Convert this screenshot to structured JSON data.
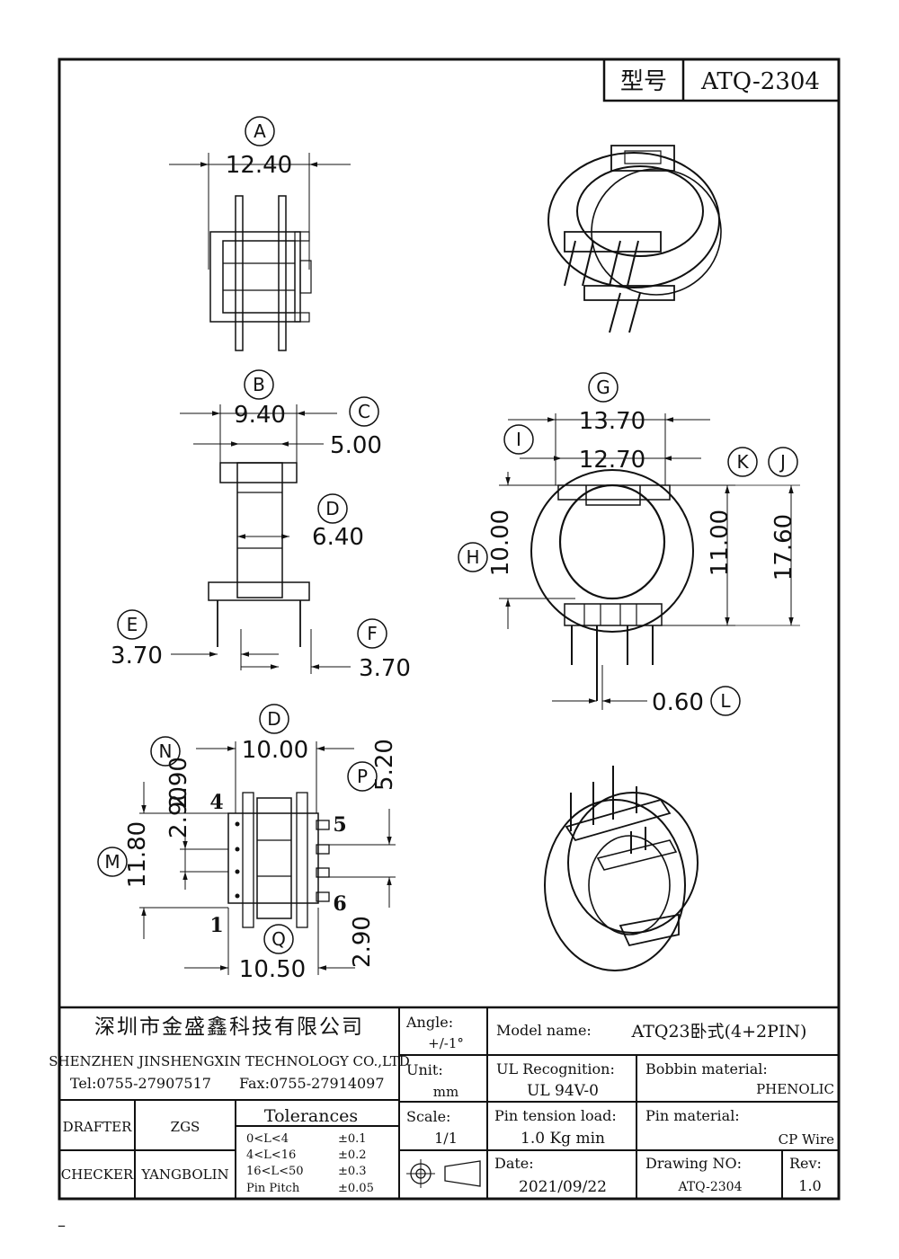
{
  "model_box": {
    "label": "型号",
    "value": "ATQ-2304"
  },
  "views": {
    "top": {
      "dims": [
        {
          "tag": "A",
          "value": "12.40"
        }
      ]
    },
    "front": {
      "dims": [
        {
          "tag": "B",
          "value": "9.40"
        },
        {
          "tag": "C",
          "value": "5.00"
        },
        {
          "tag": "D",
          "value": "6.40"
        },
        {
          "tag": "E",
          "value": "3.70"
        },
        {
          "tag": "F",
          "value": "3.70"
        }
      ]
    },
    "side": {
      "dims": [
        {
          "tag": "G",
          "value": "13.70"
        },
        {
          "tag": "I",
          "value": "12.70"
        },
        {
          "tag": "K",
          "value": ""
        },
        {
          "tag": "J",
          "value": ""
        },
        {
          "tag": "H",
          "value": "10.00"
        },
        {
          "tag": "",
          "value": "11.00"
        },
        {
          "tag": "",
          "value": "17.60"
        },
        {
          "tag": "L",
          "value": "0.60"
        }
      ]
    },
    "bottom": {
      "dims": [
        {
          "tag": "D",
          "value": "10.00"
        },
        {
          "tag": "N",
          "value": ""
        },
        {
          "tag": "P",
          "value": "5.20"
        },
        {
          "tag": "M",
          "value": "11.80"
        },
        {
          "tag": "",
          "value": "2.90"
        },
        {
          "tag": "",
          "value": "2.90"
        },
        {
          "tag": "",
          "value": "2.90"
        },
        {
          "tag": "Q",
          "value": "10.50"
        }
      ],
      "pin_labels": [
        "4",
        "5",
        "1",
        "6"
      ]
    }
  },
  "title_block": {
    "company_cn": "深圳市金盛鑫科技有限公司",
    "company_en": "SHENZHEN JINSHENGXIN TECHNOLOGY CO.,LTD",
    "tel": "Tel:0755-27907517",
    "fax": "Fax:0755-27914097",
    "drafter_label": "DRAFTER",
    "drafter": "ZGS",
    "checker_label": "CHECKER",
    "checker": "YANGBOLIN",
    "tolerances_title": "Tolerances",
    "tolerances": [
      {
        "range": "0<L<4",
        "value": "±0.1"
      },
      {
        "range": "4<L<16",
        "value": "±0.2"
      },
      {
        "range": "16<L<50",
        "value": "±0.3"
      },
      {
        "range": "Pin Pitch",
        "value": "±0.05"
      }
    ],
    "angle_label": "Angle:",
    "angle_value": "+/-1°",
    "unit_label": "Unit:",
    "unit_value": "mm",
    "scale_label": "Scale:",
    "scale_value": "1/1",
    "model_name_label": "Model name:",
    "model_name": "ATQ23卧式(4+2PIN)",
    "ul_label": "UL Recognition:",
    "ul_value": "UL 94V-0",
    "bobbin_label": "Bobbin material:",
    "bobbin_value": "PHENOLIC",
    "pin_tension_label": "Pin tension load:",
    "pin_tension_value": "1.0 Kg min",
    "pin_material_label": "Pin material:",
    "pin_material_value": "CP Wire",
    "date_label": "Date:",
    "date_value": "2021/09/22",
    "drawing_no_label": "Drawing NO:",
    "drawing_no": "ATQ-2304",
    "rev_label": "Rev:",
    "rev_value": "1.0"
  },
  "footer_mark": "–"
}
